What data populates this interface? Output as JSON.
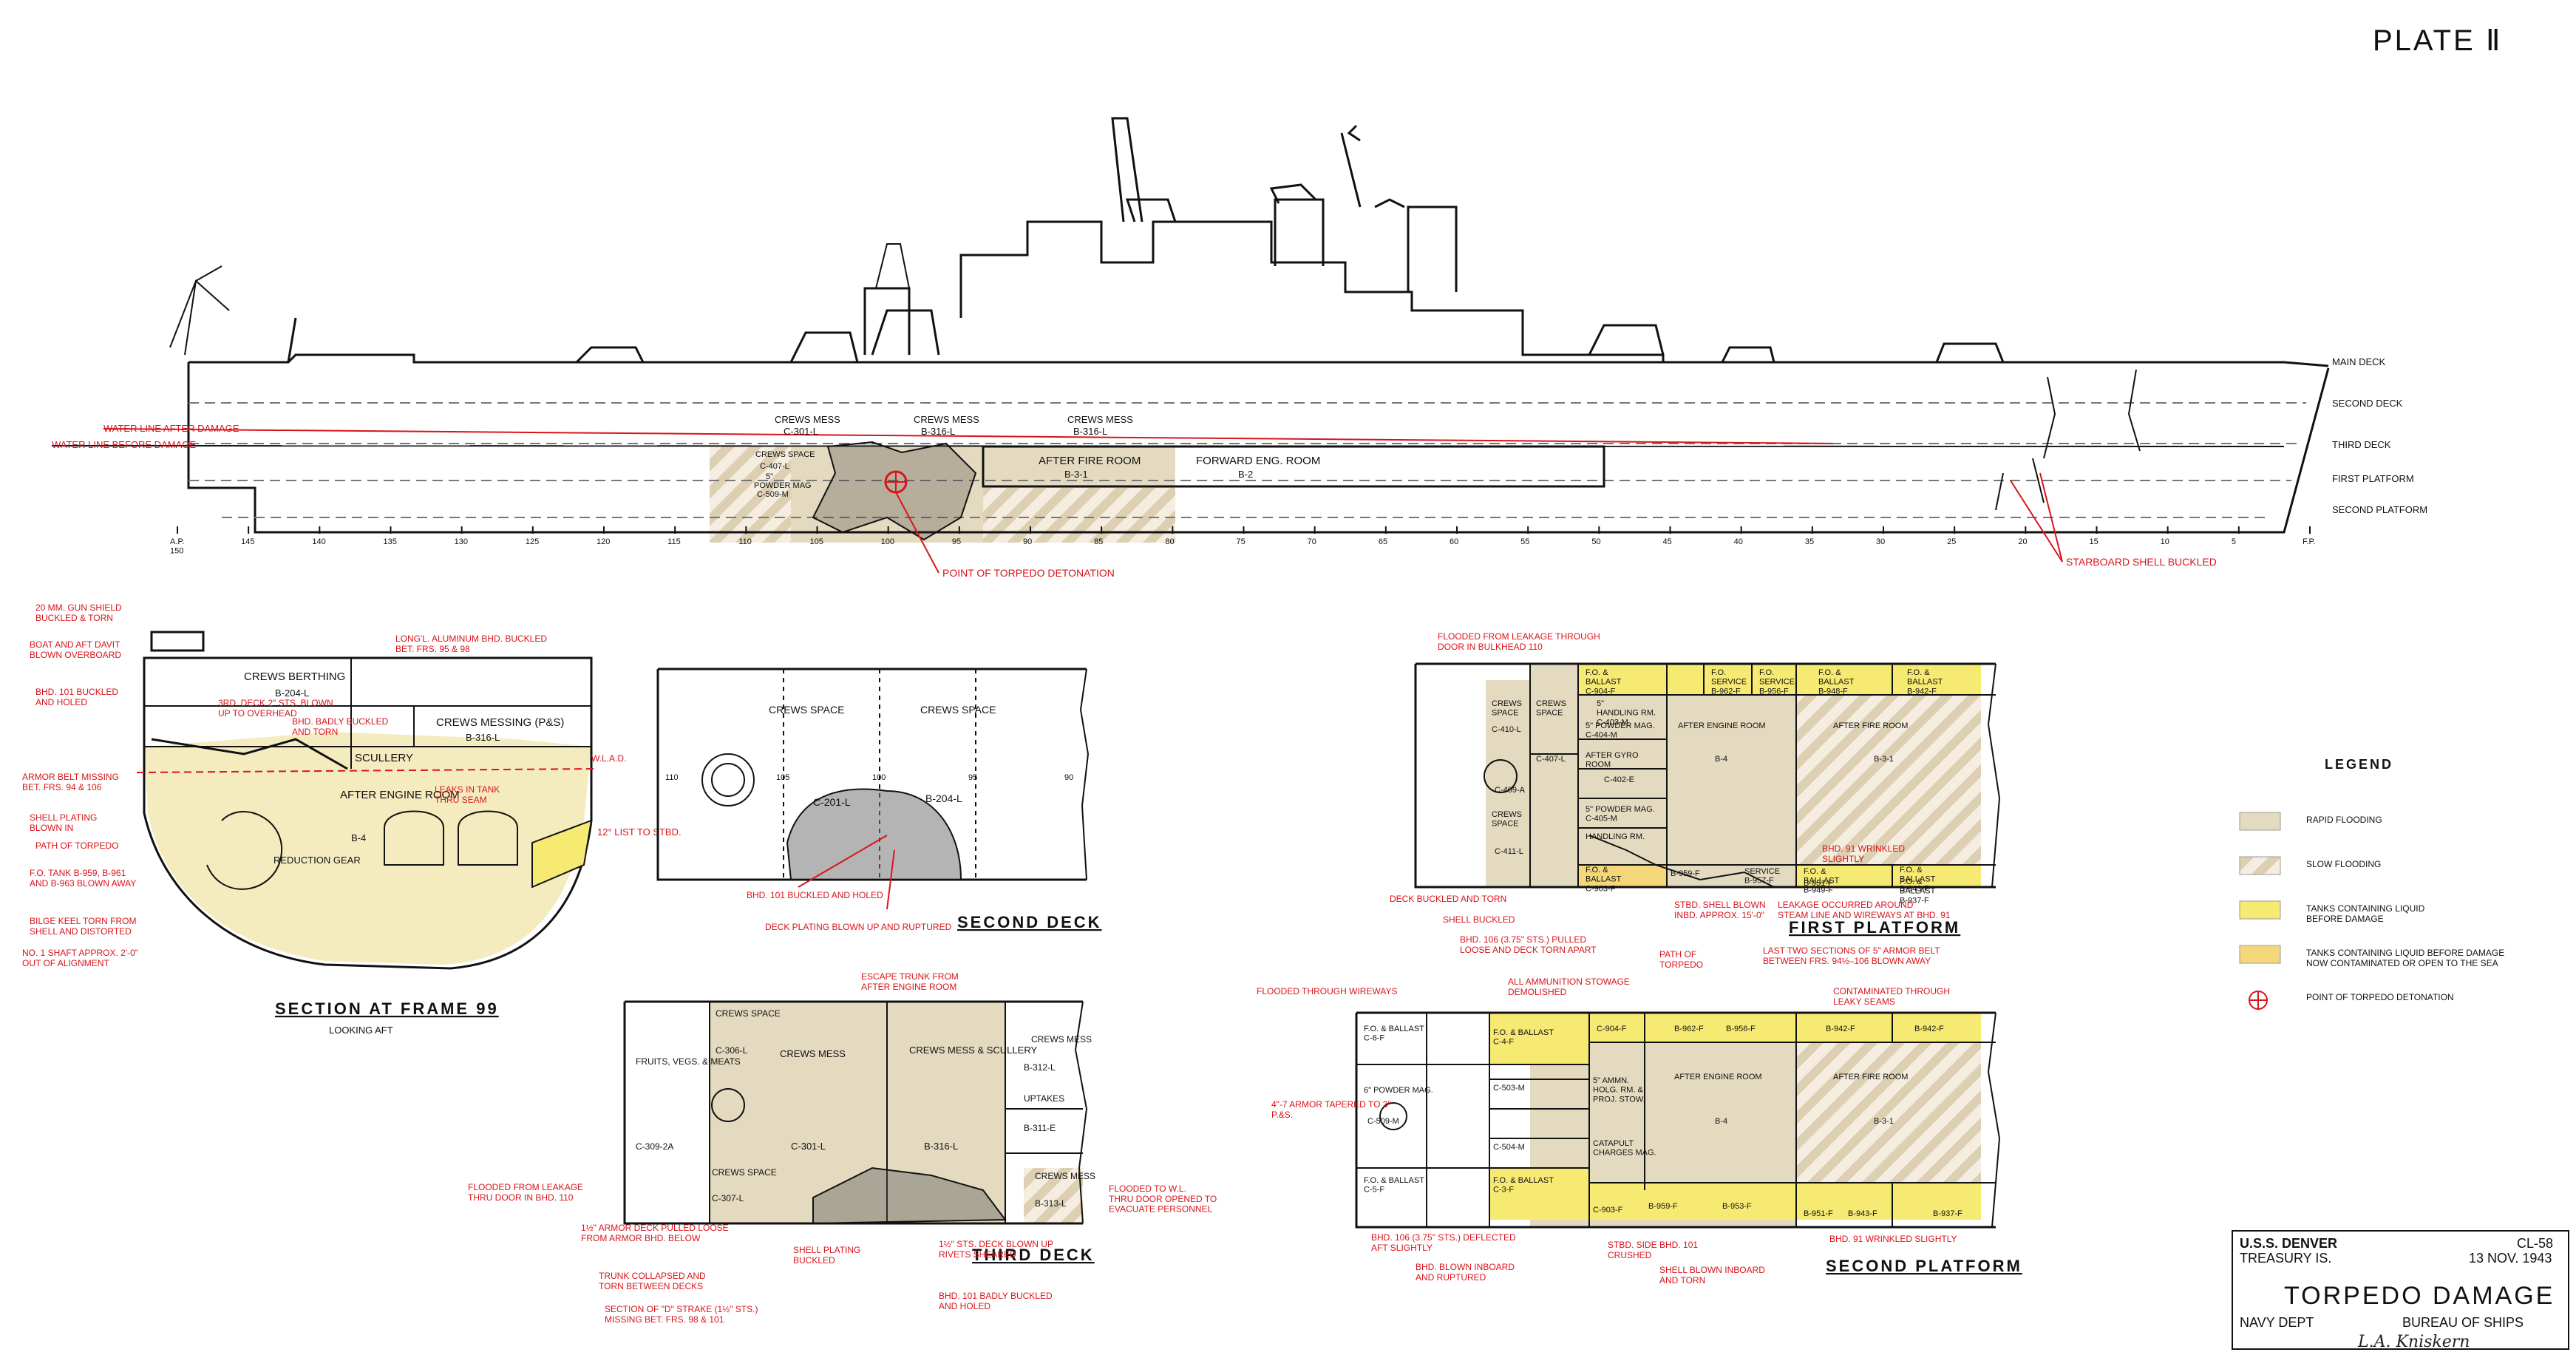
{
  "plate_label": "PLATE Ⅱ",
  "colors": {
    "rapid": "#e4dac0",
    "slow_base": "#f4ede0",
    "slow_stripe": "#dccfb2",
    "tank_before": "#f7ea73",
    "tank_contam": "#f3d779",
    "red": "#d9141b",
    "ink": "#111111"
  },
  "profile": {
    "decks": [
      "MAIN DECK",
      "SECOND DECK",
      "THIRD DECK",
      "FIRST PLATFORM",
      "SECOND PLATFORM"
    ],
    "water_line_after": "WATER LINE AFTER DAMAGE",
    "water_line_before": "WATER LINE BEFORE DAMAGE",
    "frames": [
      "A.P.\n150",
      "145",
      "140",
      "135",
      "130",
      "125",
      "120",
      "115",
      "110",
      "105",
      "100",
      "95",
      "90",
      "85",
      "80",
      "75",
      "70",
      "65",
      "60",
      "55",
      "50",
      "45",
      "40",
      "35",
      "30",
      "25",
      "20",
      "15",
      "10",
      "5",
      "F.P."
    ],
    "spaces": {
      "crews_mess_1": "CREWS MESS",
      "crews_mess_1_id": "C-301-L",
      "crews_mess_2": "CREWS MESS",
      "crews_mess_2_id": "B-316-L",
      "crews_space": "CREWS SPACE",
      "c407": "C-407-L",
      "c5": "5\"",
      "powder": "POWDER MAG",
      "c509": "C-509-M",
      "after_fire_room": "AFTER FIRE ROOM",
      "b31": "B-3-1",
      "fwd_eng_room": "FORWARD ENG. ROOM",
      "b2": "B-2"
    },
    "torpedo_callout": "POINT OF TORPEDO DETONATION",
    "starboard_callout": "STARBOARD SHELL BUCKLED"
  },
  "section99": {
    "title": "SECTION AT FRAME 99",
    "subtitle": "LOOKING AFT",
    "spaces": {
      "crews_berthing": "CREWS BERTHING",
      "b204": "B-204-L",
      "crews_messing": "CREWS MESSING (P&S)",
      "b316": "B-316-L",
      "scullery": "SCULLERY",
      "after_engine": "AFTER\nENGINE ROOM",
      "b4": "B-4",
      "reduction": "REDUCTION\nGEAR",
      "wl": "W.L.A.D.",
      "list": "12° LIST\nTO STBD."
    },
    "callouts": [
      "20 MM. GUN SHIELD\nBUCKLED & TORN",
      "BOAT AND AFT DAVIT\nBLOWN OVERBOARD",
      "BHD. 101 BUCKLED\nAND HOLED",
      "3RD. DECK 2\" STS. BLOWN\nUP TO OVERHEAD",
      "BHD. BADLY BUCKLED\nAND TORN",
      "ARMOR BELT MISSING\nBET. FRS. 94 & 106",
      "SHELL PLATING\nBLOWN IN",
      "PATH OF TORPEDO",
      "F.O. TANK B-959, B-961\nAND B-963 BLOWN AWAY",
      "BILGE KEEL TORN FROM\nSHELL AND DISTORTED",
      "NO. 1 SHAFT APPROX. 2'-0\"\nOUT OF ALIGNMENT",
      "LONG'L. ALUMINUM BHD. BUCKLED\nBET. FRS. 95 & 98",
      "LEAKS IN TANK\nTHRU SEAM"
    ]
  },
  "second_deck": {
    "title": "SECOND DECK",
    "labels": [
      "CREWS SPACE",
      "CREWS SPACE",
      "C-201-L",
      "B-204-L",
      "110",
      "105",
      "100",
      "95",
      "90"
    ],
    "callouts": [
      "BHD. 101 BUCKLED\nAND HOLED",
      "DECK PLATING BLOWN\nUP AND RUPTURED"
    ]
  },
  "third_deck": {
    "title": "THIRD DECK",
    "labels": [
      "CREWS\nSPACE",
      "C-306-L",
      "FRUITS, VEGS.\n& MEATS",
      "CREWS MESS",
      "CREWS MESS\n& SCULLERY",
      "CREWS\nMESS",
      "B-312-L",
      "UPTAKES",
      "B-311-E",
      "C-309-2A",
      "C-301-L",
      "B-316-L",
      "CREWS\nSPACE",
      "C-307-L",
      "CREWS\nMESS",
      "B-313-L"
    ],
    "callouts": [
      "ESCAPE TRUNK FROM\nAFTER ENGINE ROOM",
      "FLOODED TO W.L.\nTHRU DOOR OPENED TO\nEVACUATE PERSONNEL",
      "FLOODED FROM LEAKAGE\nTHRU DOOR IN BHD. 110",
      "1½\" ARMOR DECK PULLED LOOSE\nFROM ARMOR BHD. BELOW",
      "SHELL PLATING\nBUCKLED",
      "1½\" STS. DECK BLOWN UP\nRIVETS SHEARED",
      "TRUNK COLLAPSED AND\nTORN BETWEEN DECKS",
      "SECTION OF \"D\" STRAKE (1½\" STS.)\nMISSING BET. FRS. 98 & 101",
      "BHD. 101 BADLY BUCKLED\nAND HOLED"
    ]
  },
  "first_platform": {
    "title": "FIRST PLATFORM",
    "labels": [
      "CREWS\nSPACE",
      "C-410-L",
      "CREWS\nSPACE",
      "C-407-L",
      "C-409-A",
      "CREWS\nSPACE",
      "C-411-L",
      "F.O. &\nBALLAST\nC-904-F",
      "F.O.\nSERVICE\nB-962-F",
      "F.O.\nSERVICE\nB-956-F",
      "F.O. &\nBALLAST\nB-948-F",
      "F.O. &\nBALLAST\nB-942-F",
      "5\"\nHANDLING RM.\nC-403-M",
      "5\" POWDER MAG.\nC-404-M",
      "AFTER GYRO\nROOM",
      "C-402-E",
      "5\" POWDER MAG.\nC-405-M",
      "HANDLING RM.",
      "AFTER ENGINE ROOM",
      "B-4",
      "AFTER FIRE ROOM",
      "B-3-1",
      "F.O. &\nBALLAST\nC-903-F",
      "B-959-F",
      "SERVICE\nB-957-F",
      "F.O. &\nBALLAST\nB-949-F",
      "B-951-F",
      "F.O. &\nBALLAST\nB-943-F",
      "F.O. &\nBALLAST\nB-937-F"
    ],
    "callouts": [
      "FLOODED FROM LEAKAGE THROUGH\nDOOR IN BULKHEAD 110",
      "BHD. 91 WRINKLED\nSLIGHTLY",
      "DECK BUCKLED AND TORN",
      "SHELL BUCKLED",
      "STBD. SHELL BLOWN\nINBD. APPROX. 15'-0\"",
      "LEAKAGE OCCURRED AROUND\nSTEAM LINE AND WIREWAYS AT BHD. 91",
      "BHD. 106 (3.75\" STS.) PULLED\nLOOSE AND DECK TORN APART",
      "PATH OF\nTORPEDO",
      "LAST TWO SECTIONS OF 5\" ARMOR BELT\nBETWEEN FRS. 94½–106 BLOWN AWAY"
    ]
  },
  "second_platform": {
    "title": "SECOND PLATFORM",
    "labels": [
      "F.O. & BALLAST\nC-6-F",
      "F.O. & BALLAST\nC-4-F",
      "C-904-F",
      "B-962-F",
      "B-956-F",
      "B-942-F",
      "B-942-F",
      "6\" POWDER MAG.",
      "C-509-M",
      "C-503-M",
      "C-504-M",
      "5\" AMMN.\nHOLG. RM. &\nPROJ. STOW.",
      "CATAPULT\nCHARGES MAG.",
      "AFTER ENGINE ROOM",
      "B-4",
      "AFTER FIRE ROOM",
      "B-3-1",
      "F.O. & BALLAST\nC-5-F",
      "F.O. & BALLAST\nC-3-F",
      "C-903-F",
      "B-959-F",
      "B-953-F",
      "B-951-F",
      "B-943-F",
      "B-937-F"
    ],
    "callouts": [
      "FLOODED THROUGH WIREWAYS",
      "ALL AMMUNITION STOWAGE\nDEMOLISHED",
      "CONTAMINATED THROUGH\nLEAKY SEAMS",
      "4\"-7 ARMOR TAPERED TO 3\"\nP.&S.",
      "BHD. 106 (3.75\" STS.) DEFLECTED\nAFT SLIGHTLY",
      "BHD. BLOWN INBOARD\nAND RUPTURED",
      "STBD. SIDE BHD. 101\nCRUSHED",
      "SHELL BLOWN INBOARD\nAND TORN",
      "BHD. 91 WRINKLED SLIGHTLY"
    ]
  },
  "legend": {
    "title": "LEGEND",
    "items": [
      {
        "label": "RAPID FLOODING",
        "kind": "rapid"
      },
      {
        "label": "SLOW FLOODING",
        "kind": "slow"
      },
      {
        "label": "TANKS CONTAINING LIQUID\nBEFORE DAMAGE",
        "kind": "tank_before"
      },
      {
        "label": "TANKS CONTAINING LIQUID BEFORE DAMAGE\nNOW CONTAMINATED OR OPEN TO THE SEA",
        "kind": "tank_contam"
      },
      {
        "label": "POINT OF TORPEDO DETONATION",
        "kind": "torpedo"
      }
    ]
  },
  "title_block": {
    "ship": "U.S.S. DENVER",
    "hull": "CL-58",
    "place": "TREASURY IS.",
    "date": "13 NOV. 1943",
    "title": "TORPEDO DAMAGE",
    "org_left": "NAVY DEPT",
    "org_right": "BUREAU OF SHIPS",
    "signature": "L.A. Kniskern"
  }
}
